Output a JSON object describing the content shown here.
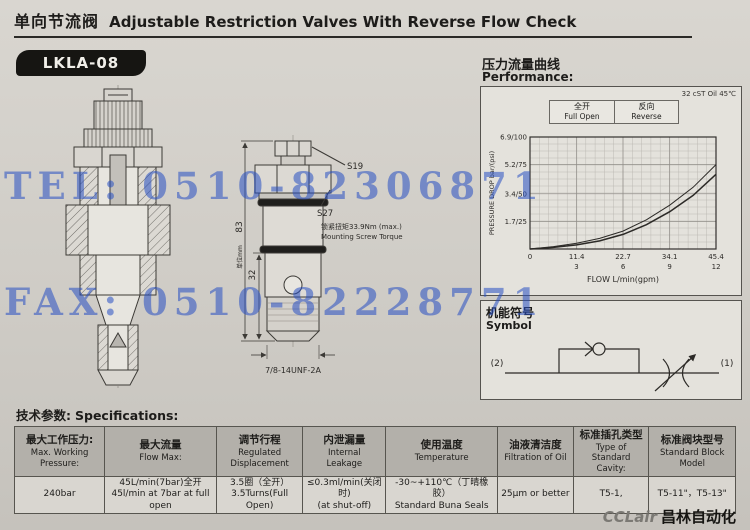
{
  "page": {
    "title_cn": "单向节流阀",
    "title_en": "Adjustable Restriction Valves With Reverse Flow Check",
    "model": "LKLA-08",
    "brand_en": "CCLair",
    "brand_cn": "昌林自动化"
  },
  "watermark": {
    "line1": "TEL: 0510-82306871",
    "line2": "FAX: 0510-82228771"
  },
  "drawing": {
    "s19": "S19",
    "s27": "S27",
    "torque_cn": "锁紧扭矩33.9Nm (max.)",
    "torque_en": "Mounting Screw Torque",
    "dim_total": "83",
    "dim_unit": "单位mm",
    "dim_insert": "32",
    "thread": "7/8-14UNF-2A"
  },
  "performance": {
    "title_cn": "压力流量曲线",
    "title_en": "Performance:",
    "oil_note": "32 cST Oil 45℃",
    "legend": [
      {
        "cn": "全开",
        "en": "Full Open"
      },
      {
        "cn": "反向",
        "en": "Reverse"
      }
    ]
  },
  "chart_data": {
    "type": "line",
    "title": "压力流量曲线 Performance",
    "note": "32 cST Oil 45℃",
    "xlabel": "FLOW L/min(gpm)",
    "ylabel": "PRESSURE DROP bar/(psi)",
    "xlim": [
      0,
      45.4
    ],
    "ylim": [
      0,
      6.9
    ],
    "x_ticks_lmin": [
      0,
      11.4,
      22.7,
      34.1,
      45.4
    ],
    "x_ticks_gpm": [
      3,
      6,
      9,
      12
    ],
    "y_ticks": [
      {
        "value": 1.7,
        "label": "1.7/25"
      },
      {
        "value": 3.4,
        "label": "3.4/50"
      },
      {
        "value": 5.2,
        "label": "5.2/75"
      },
      {
        "value": 6.9,
        "label": "6.9/100"
      }
    ],
    "grid": true,
    "legend_position": "top",
    "series": [
      {
        "name": "全开 Full Open",
        "x": [
          0,
          5.7,
          11.4,
          17.0,
          22.7,
          28.4,
          34.1,
          39.8,
          45.4
        ],
        "y": [
          0,
          0.1,
          0.25,
          0.5,
          0.9,
          1.5,
          2.3,
          3.3,
          4.6
        ]
      },
      {
        "name": "反向 Reverse",
        "x": [
          0,
          5.7,
          11.4,
          17.0,
          22.7,
          28.4,
          34.1,
          39.8,
          45.4
        ],
        "y": [
          0,
          0.15,
          0.35,
          0.65,
          1.1,
          1.8,
          2.7,
          3.8,
          5.2
        ]
      }
    ]
  },
  "symbol": {
    "title_cn": "机能符号",
    "title_en": "Symbol",
    "port_left": "(2)",
    "port_right": "(1)"
  },
  "specs": {
    "title_cn": "技术参数:",
    "title_en": "Specifications:",
    "columns": [
      {
        "cn": "最大工作压力:",
        "en": "Max. Working\nPressure:"
      },
      {
        "cn": "最大流量",
        "en": "Flow Max:"
      },
      {
        "cn": "调节行程",
        "en": "Regulated\nDisplacement"
      },
      {
        "cn": "内泄漏量",
        "en": "Internal\nLeakage"
      },
      {
        "cn": "使用温度",
        "en": "Temperature"
      },
      {
        "cn": "油液清洁度",
        "en": "Filtration of Oil"
      },
      {
        "cn": "标准插孔类型",
        "en": "Type of Standard\nCavity:"
      },
      {
        "cn": "标准阀块型号",
        "en": "Standard Block\nModel"
      }
    ],
    "values": [
      "240bar",
      "45L/min(7bar)全开\n45l/min at 7bar at full open",
      "3.5圈（全开）\n3.5Turns(Full Open)",
      "≤0.3ml/min(关闭时)\n(at shut-off)",
      "-30~+110℃（丁晴橡胶）\nStandard Buna Seals",
      "25μm or better",
      "T5-1,",
      "T5-11\"，T5-13\""
    ]
  }
}
